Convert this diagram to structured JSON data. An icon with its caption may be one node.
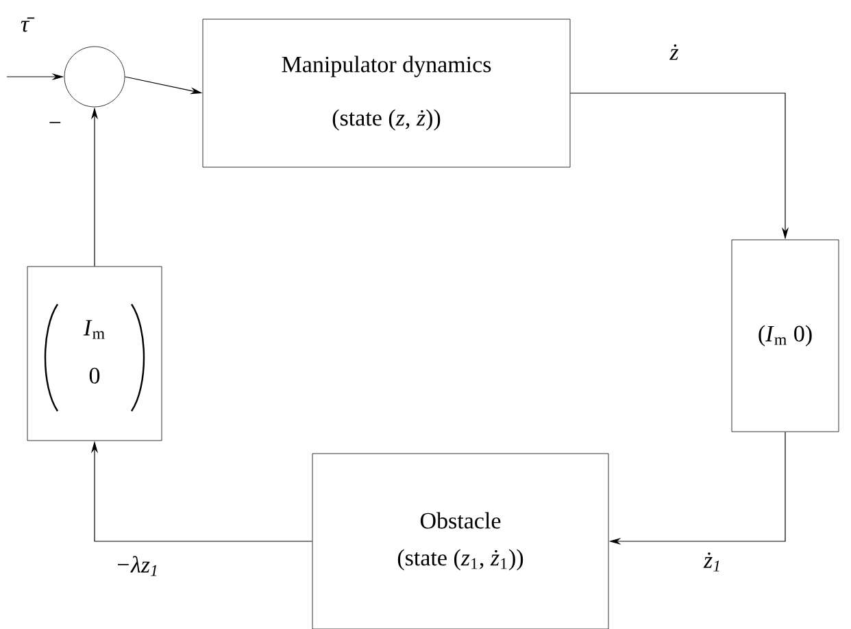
{
  "diagram": {
    "nodes": [
      {
        "text": [],
        "shape": "circle"
      },
      {
        "text": [
          "Manipulator dynamics",
          "(state (*z*, *ż*))"
        ]
      },
      {
        "text": [
          "(*I*$_{m}$  0)"
        ]
      },
      {
        "text": [
          "Obstacle",
          "(state (*z*$_{1}$, *ż*$_{1}$))"
        ]
      },
      {
        "text": [
          "*I*$_{m}$",
          "0"
        ]
      }
    ],
    "edges": [
      {
        "from": null,
        "to": 0,
        "arrow": "to",
        "label": "τ̄"
      },
      {
        "from": 0,
        "to": 1,
        "arrow": "to"
      },
      {
        "from": 1,
        "to": 2,
        "arrow": "to",
        "label": "ż"
      },
      {
        "from": 2,
        "to": 3,
        "arrow": "to",
        "label": "ż$_{1}$"
      },
      {
        "from": 3,
        "to": 4,
        "arrow": "to",
        "label": "−λz$_{1}$"
      },
      {
        "from": 4,
        "to": 0,
        "arrow": "to",
        "label": "−"
      }
    ]
  }
}
